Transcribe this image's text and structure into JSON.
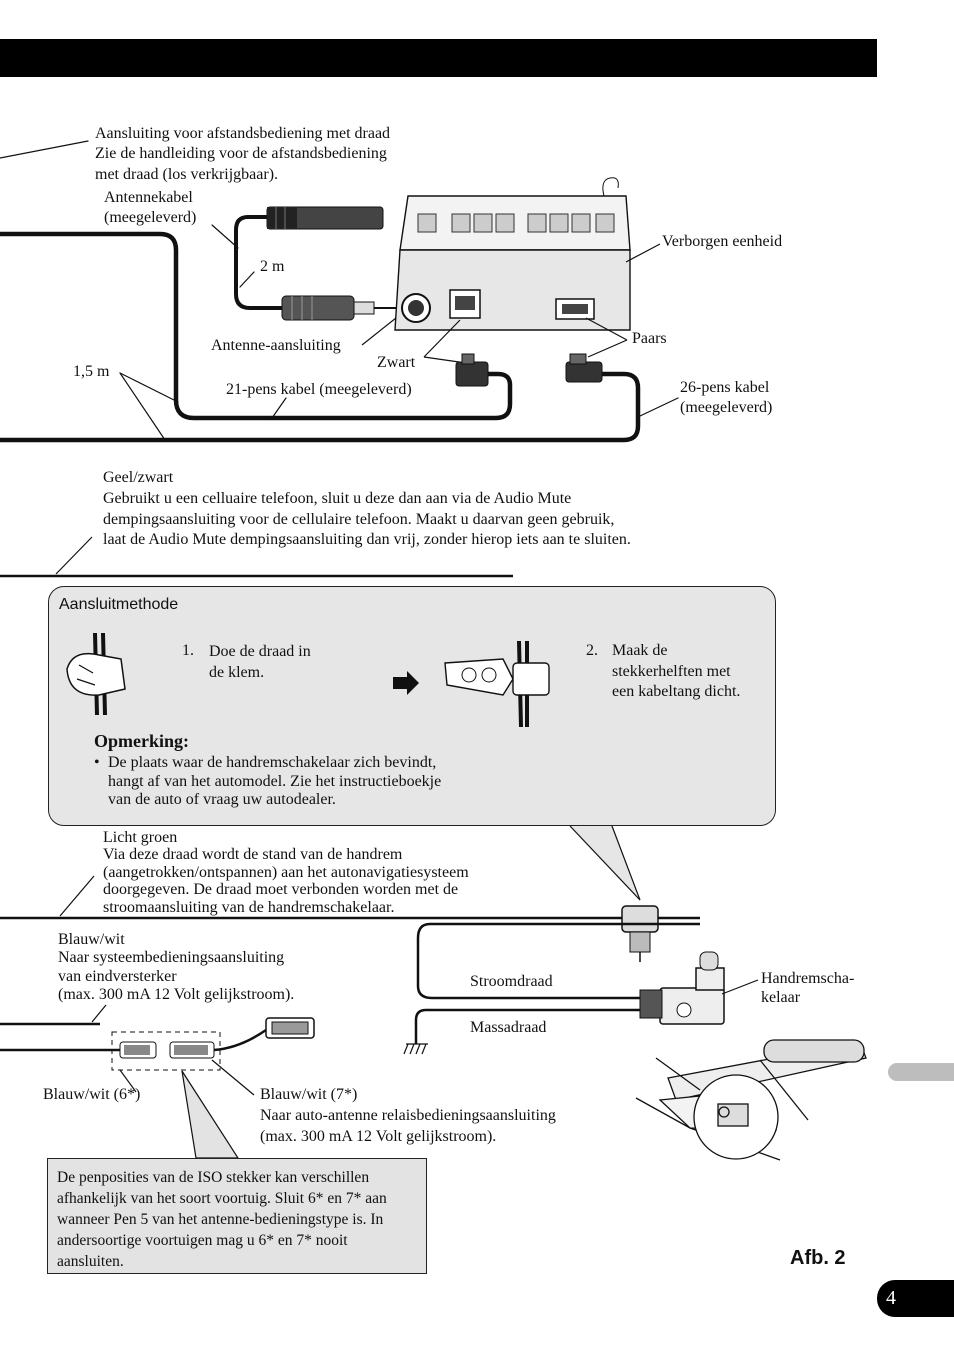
{
  "remote_wired": {
    "line1": "Aansluiting voor afstandsbediening met draad",
    "line2": "Zie de handleiding voor de afstandsbediening",
    "line3": "met draad (los verkrijgbaar)."
  },
  "antenna_cable": "Antennekabel\n(meegeleverd)",
  "length_2m": "2 m",
  "hidden_unit": "Verborgen eenheid",
  "antenna_jack": "Antenne-aansluiting",
  "black": "Zwart",
  "purple": "Paars",
  "length_15m": "1,5 m",
  "cable_21pin": "21-pens kabel (meegeleverd)",
  "cable_26pin": "26-pens kabel\n(meegeleverd)",
  "yellow_black": {
    "title": "Geel/zwart",
    "text": "Gebruikt u een celluaire telefoon, sluit u deze dan aan via de Audio Mute\ndempingsaansluiting voor de cellulaire telefoon. Maakt u daarvan geen gebruik,\nlaat de Audio Mute dempingsaansluiting dan vrij, zonder hierop iets aan te sluiten."
  },
  "method": {
    "title": "Aansluitmethode",
    "step1_num": "1.",
    "step1": "Doe de draad in\nde klem.",
    "step2_num": "2.",
    "step2": "Maak de\nstekkerhelften met\neen kabeltang dicht.",
    "note_title": "Opmerking:",
    "note_bullet": "•",
    "note_text": "De plaats waar de handremschakelaar zich bevindt,\nhangt af van het automodel. Zie het instructieboekje\nvan de auto of vraag uw autodealer."
  },
  "light_green": {
    "title": "Licht groen",
    "text": "Via deze draad wordt de stand van de handrem\n(aangetrokken/ontspannen) aan het autonavigatiesysteem\ndoorgegeven. De draad moet verbonden worden met de\nstroomaansluiting van de handremschakelaar."
  },
  "blue_white": {
    "title": "Blauw/wit",
    "text": "Naar systeembedieningsaansluiting\nvan eindversterker\n(max. 300 mA 12 Volt gelijkstroom)."
  },
  "power_wire": "Stroomdraad",
  "ground_wire": "Massadraad",
  "handbrake_switch": "Handremscha-\nkelaar",
  "blue_white_6": "Blauw/wit (6*)",
  "blue_white_7": {
    "title": "Blauw/wit (7*)",
    "text": "Naar auto-antenne relaisbedieningsaansluiting\n(max. 300 mA 12 Volt gelijkstroom)."
  },
  "iso_note": "De penposities van de ISO stekker kan verschillen afhankelijk van het soort voortuig. Sluit 6* en 7* aan wanneer Pen 5 van het antenne-bedieningstype is. In andersoortige voortuigen mag u 6* en 7* nooit aansluiten.",
  "figure_label": "Afb. 2",
  "page_number": "4"
}
